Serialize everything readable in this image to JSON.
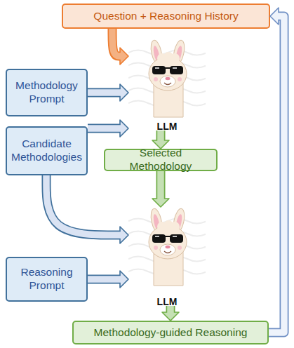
{
  "diagram": {
    "nodes": [
      {
        "text": [
          "Question + Reasoning History"
        ]
      },
      {
        "text": [
          "Methodology Prompt"
        ]
      },
      {
        "text": [
          "Candidate Methodologies"
        ]
      },
      {
        "text": [
          "LLM"
        ]
      },
      {
        "text": [
          "Selected Methodology"
        ]
      },
      {
        "text": [
          "Reasoning Prompt"
        ]
      },
      {
        "text": [
          "LLM"
        ]
      },
      {
        "text": [
          "Methodology-guided Reasoning"
        ]
      }
    ],
    "edges": [
      {
        "from": 0,
        "to": 3,
        "arrow": "to"
      },
      {
        "from": 1,
        "to": 3,
        "arrow": "to"
      },
      {
        "from": 2,
        "to": 3,
        "arrow": "to"
      },
      {
        "from": 3,
        "to": 4,
        "arrow": "to"
      },
      {
        "from": 4,
        "to": 6,
        "arrow": "to"
      },
      {
        "from": 2,
        "to": 6,
        "arrow": "to"
      },
      {
        "from": 5,
        "to": 6,
        "arrow": "to"
      },
      {
        "from": 6,
        "to": 7,
        "arrow": "to"
      },
      {
        "from": 7,
        "to": 0,
        "arrow": "to"
      }
    ]
  }
}
